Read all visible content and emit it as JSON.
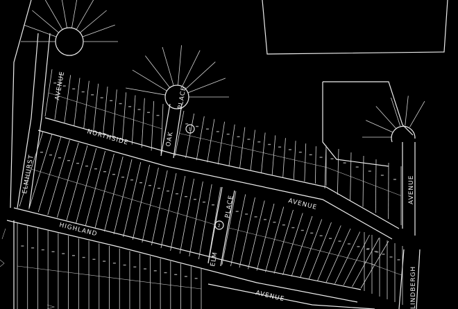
{
  "streets": {
    "elmhurst": "ELMHURST",
    "avenue_left": "AVENUE",
    "northside": "NORTHSIDE",
    "oak": "OAK",
    "place_top": "PLACE",
    "avenue_mid": "AVENUE",
    "highland": "HIGHLAND",
    "elm": "ELM",
    "place_mid": "PLACE",
    "avenue_bottom": "AVENUE",
    "avenue_right": "AVENUE",
    "lindbergh": "LINDBERGH"
  },
  "markers": {
    "oak_place_block": "1",
    "elm_place_block": "2"
  },
  "colors": {
    "background": "#000000",
    "lines": "#e6e6e6"
  }
}
